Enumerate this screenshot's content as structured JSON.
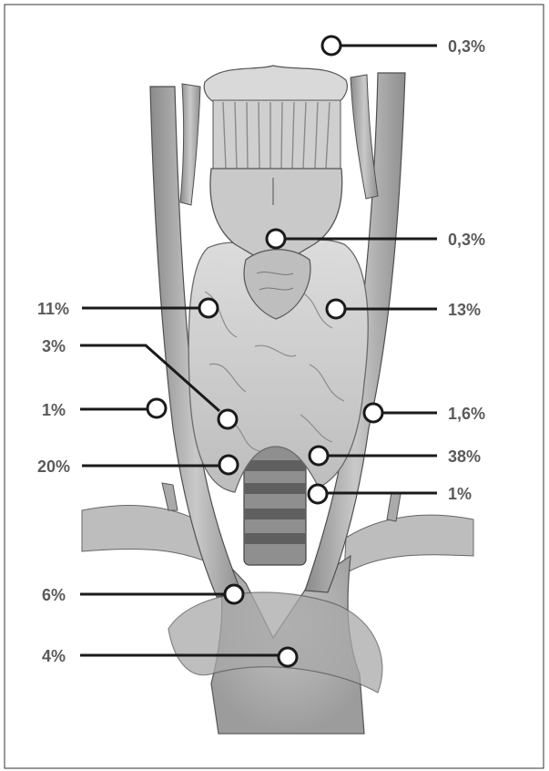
{
  "figure": {
    "labels": {
      "top_right": "0,3%",
      "thyroid_cartilage": "0,3%",
      "left_upper_pole": "11%",
      "right_upper_pole": "13%",
      "left_mid_lobe": "3%",
      "left_carotid_sheath": "1%",
      "right_carotid_sheath": "1,6%",
      "left_lower_pole": "20%",
      "right_lower_pole": "38%",
      "trachea_ring": "1%",
      "mediastinum_upper": "6%",
      "mediastinum_lower": "4%"
    },
    "colors": {
      "label_text": "#5a5a5a",
      "leader_line": "#1a1a1a",
      "marker_fill": "#ffffff",
      "anatomy_gray": "#b8b8b8"
    }
  }
}
